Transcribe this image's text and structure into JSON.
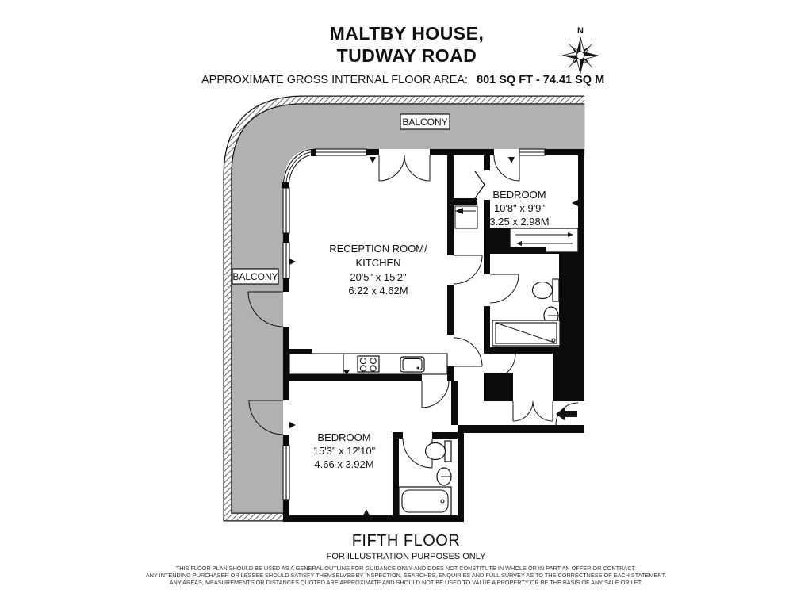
{
  "header": {
    "title_line1": "MALTBY HOUSE,",
    "title_line2": "TUDWAY ROAD",
    "area_label": "APPROXIMATE GROSS INTERNAL FLOOR AREA:",
    "area_value": "801 SQ FT - 74.41 SQ M"
  },
  "compass": {
    "north_label": "N"
  },
  "plan": {
    "balcony_top_label": "BALCONY",
    "balcony_left_label": "BALCONY",
    "reception": {
      "name_line1": "RECEPTION ROOM/",
      "name_line2": "KITCHEN",
      "dims_imperial": "20'5\" x 15'2\"",
      "dims_metric": "6.22 x 4.62M"
    },
    "bedroom1": {
      "name": "BEDROOM",
      "dims_imperial": "10'8\" x 9'9\"",
      "dims_metric": "3.25 x 2.98M"
    },
    "bedroom2": {
      "name": "BEDROOM",
      "dims_imperial": "15'3\" x 12'10\"",
      "dims_metric": "4.66 x 3.92M"
    }
  },
  "footer": {
    "floor_label": "FIFTH FLOOR",
    "illustration_note": "FOR ILLUSTRATION PURPOSES ONLY",
    "disclaimer_line1": "THIS FLOOR PLAN SHOULD BE USED AS A GENERAL OUTLINE FOR GUIDANCE ONLY AND DOES NOT CONSTITUTE IN WHOLE OR IN PART AN OFFER OR CONTRACT.",
    "disclaimer_line2": "ANY INTENDING PURCHASER OR LESSEE SHOULD SATISFY THEMSELVES BY INSPECTION, SEARCHES, ENQUIRIES AND FULL SURVEY AS TO THE CORRECTNESS OF EACH STATEMENT.",
    "disclaimer_line3": "ANY AREAS, MEASUREMENTS OR DISTANCES QUOTED ARE APPROXIMATE AND SHOULD NOT BE USED TO VALUE A PROPERTY OR BE THE BASIS OF ANY SALE OR LET."
  },
  "colors": {
    "balcony_gray": "#b1b1b1",
    "wall_black": "#0b0b0b",
    "hatch_line": "#3d3d3d"
  }
}
